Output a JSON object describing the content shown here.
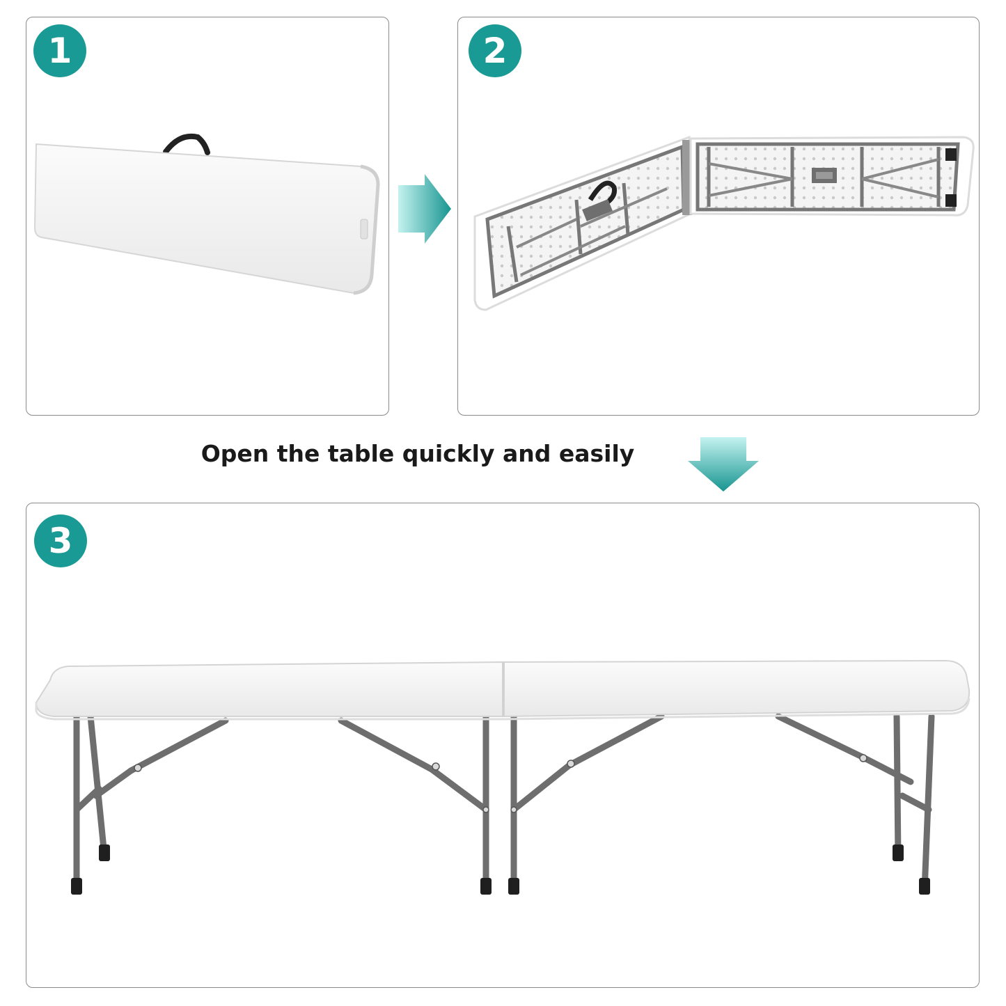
{
  "colors": {
    "accent": "#1a9a94",
    "arrow_light": "#b8efee",
    "arrow_dark": "#1a9a94",
    "frame": "#777777",
    "tabletop": "#f3f3f3"
  },
  "steps": [
    {
      "number": "1"
    },
    {
      "number": "2"
    },
    {
      "number": "3"
    }
  ],
  "caption": "Open the table quickly and easily",
  "icons": {
    "next_arrow": "arrow-right-icon",
    "down_arrow": "arrow-down-icon"
  }
}
